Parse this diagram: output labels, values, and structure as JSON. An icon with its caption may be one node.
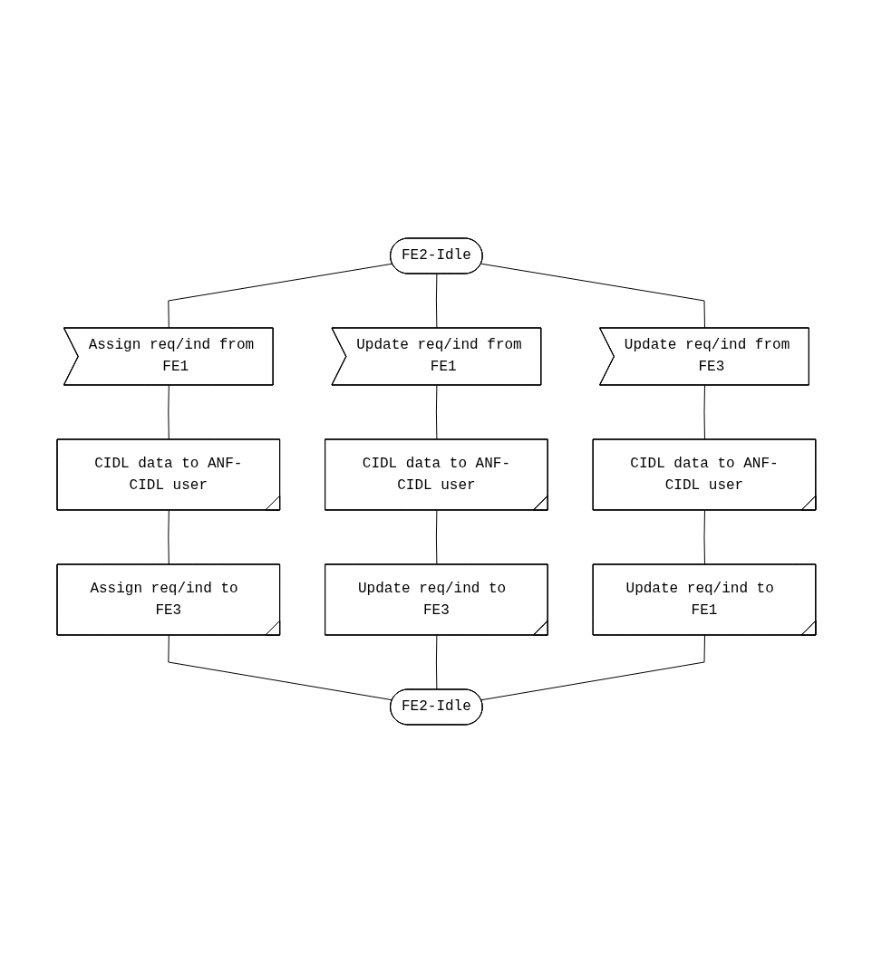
{
  "diagram": {
    "nodes": [
      {
        "text": [
          "FE2-Idle"
        ]
      },
      {
        "text": [
          "Assign req/ind from FE1"
        ]
      },
      {
        "text": [
          "Update req/ind from FE1"
        ]
      },
      {
        "text": [
          "Update req/ind from FE3"
        ]
      },
      {
        "text": [
          "CIDL data to ANF-CIDL user"
        ]
      },
      {
        "text": [
          "CIDL data to ANF-CIDL user"
        ]
      },
      {
        "text": [
          "CIDL data to ANF-CIDL user"
        ]
      },
      {
        "text": [
          "Assign req/ind to FE3"
        ]
      },
      {
        "text": [
          "Update req/ind to FE3"
        ]
      },
      {
        "text": [
          "Update req/ind to FE1"
        ]
      },
      {
        "text": [
          "FE2-Idle"
        ]
      }
    ],
    "edges": [
      {
        "from": 0,
        "to": 1,
        "arrow": "none"
      },
      {
        "from": 0,
        "to": 2,
        "arrow": "none"
      },
      {
        "from": 0,
        "to": 3,
        "arrow": "none"
      },
      {
        "from": 1,
        "to": 4,
        "arrow": "none"
      },
      {
        "from": 2,
        "to": 5,
        "arrow": "none"
      },
      {
        "from": 3,
        "to": 6,
        "arrow": "none"
      },
      {
        "from": 4,
        "to": 7,
        "arrow": "none"
      },
      {
        "from": 5,
        "to": 8,
        "arrow": "none"
      },
      {
        "from": 6,
        "to": 9,
        "arrow": "none"
      },
      {
        "from": 7,
        "to": 10,
        "arrow": "none"
      },
      {
        "from": 8,
        "to": 10,
        "arrow": "none"
      },
      {
        "from": 9,
        "to": 10,
        "arrow": "none"
      }
    ]
  }
}
